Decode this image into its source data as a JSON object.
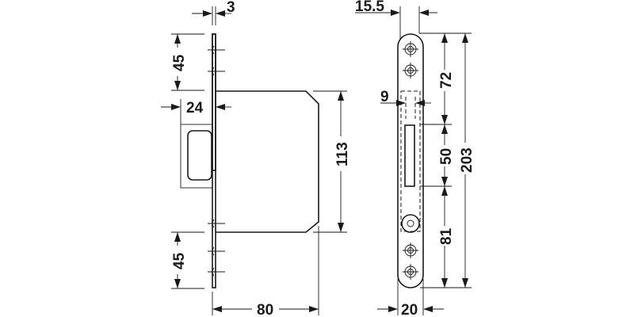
{
  "diagram": {
    "type": "technical-drawing",
    "subject": "mortise lock with faceplate (side and front views)",
    "colors": {
      "line": "#1a1a1a",
      "background": "#ffffff"
    },
    "side_view": {
      "dimensions": {
        "faceplate_thickness": "3",
        "top_screw_zone": "45",
        "bolt_projection": "24",
        "case_height": "113",
        "bottom_screw_zone": "45",
        "backset_depth": "80"
      }
    },
    "front_view": {
      "dimensions": {
        "faceplate_offset": "15.5",
        "latch_width": "9",
        "top_to_latch": "72",
        "latch_opening": "50",
        "total_height": "203",
        "latch_to_bottom": "81",
        "faceplate_width": "20"
      }
    }
  }
}
